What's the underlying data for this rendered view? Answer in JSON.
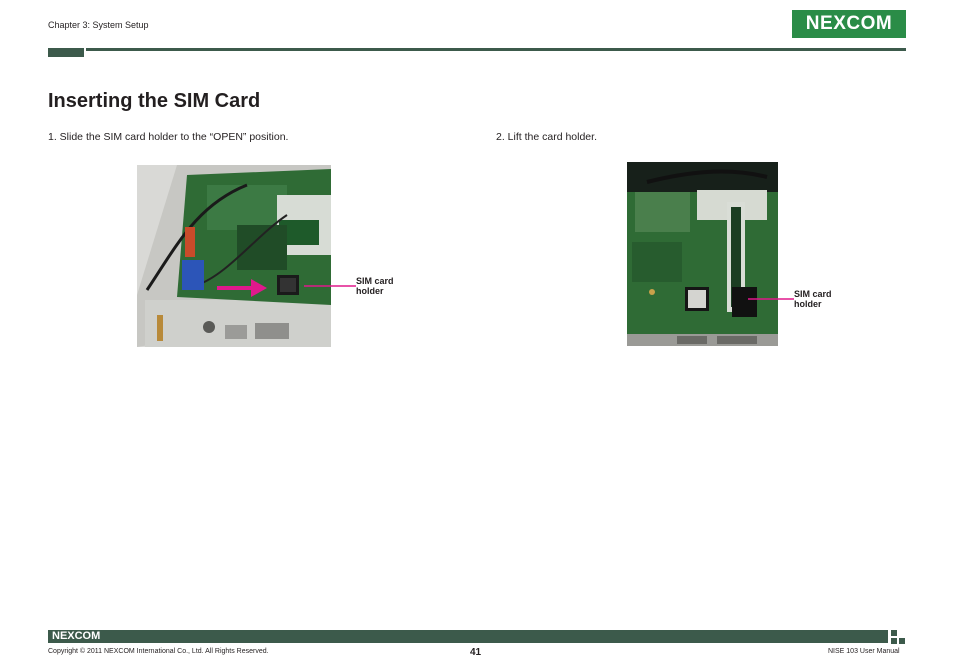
{
  "header": {
    "chapter": "Chapter 3: System Setup",
    "logo_text": "NEXCOM"
  },
  "title": "Inserting the SIM Card",
  "steps": [
    {
      "text": "1.  Slide the SIM card holder to the “OPEN” position.",
      "callout_line1": "SIM card",
      "callout_line2": "holder"
    },
    {
      "text": "2.  Lift the card holder.",
      "callout_line1": "SIM card",
      "callout_line2": "holder"
    }
  ],
  "footer": {
    "logo_text": "NEXCOM",
    "copyright": "Copyright © 2011 NEXCOM International Co., Ltd. All Rights Reserved.",
    "page_number": "41",
    "manual_name": "NISE 103 User Manual"
  },
  "colors": {
    "brand_green": "#2a8c47",
    "rule_green": "#3c5a4b",
    "arrow_magenta": "#e0198c"
  }
}
